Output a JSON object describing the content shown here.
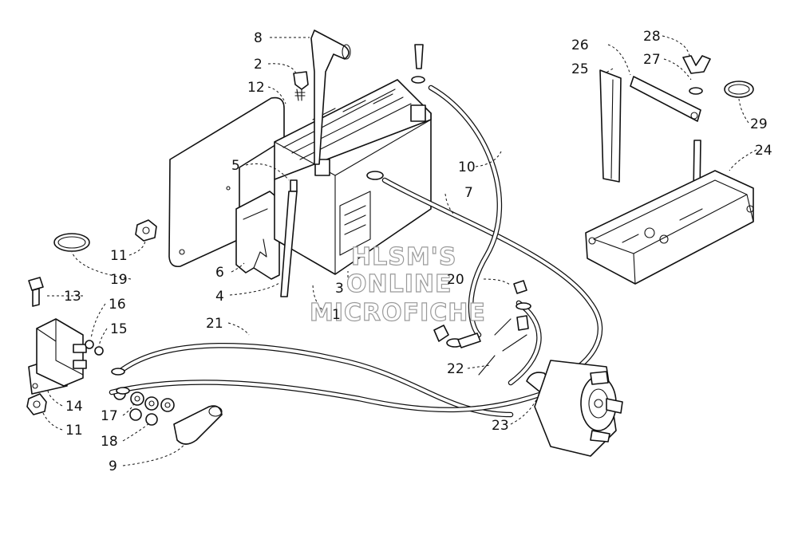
{
  "watermark": {
    "lines": [
      "HLSM'S",
      "ONLINE",
      "MICROFICHE"
    ]
  },
  "callouts": [
    "1",
    "2",
    "3",
    "4",
    "5",
    "6",
    "7",
    "8",
    "9",
    "10",
    "11",
    "11",
    "12",
    "13",
    "14",
    "15",
    "16",
    "17",
    "18",
    "19",
    "20",
    "21",
    "22",
    "23",
    "24",
    "25",
    "26",
    "27",
    "28",
    "29"
  ]
}
